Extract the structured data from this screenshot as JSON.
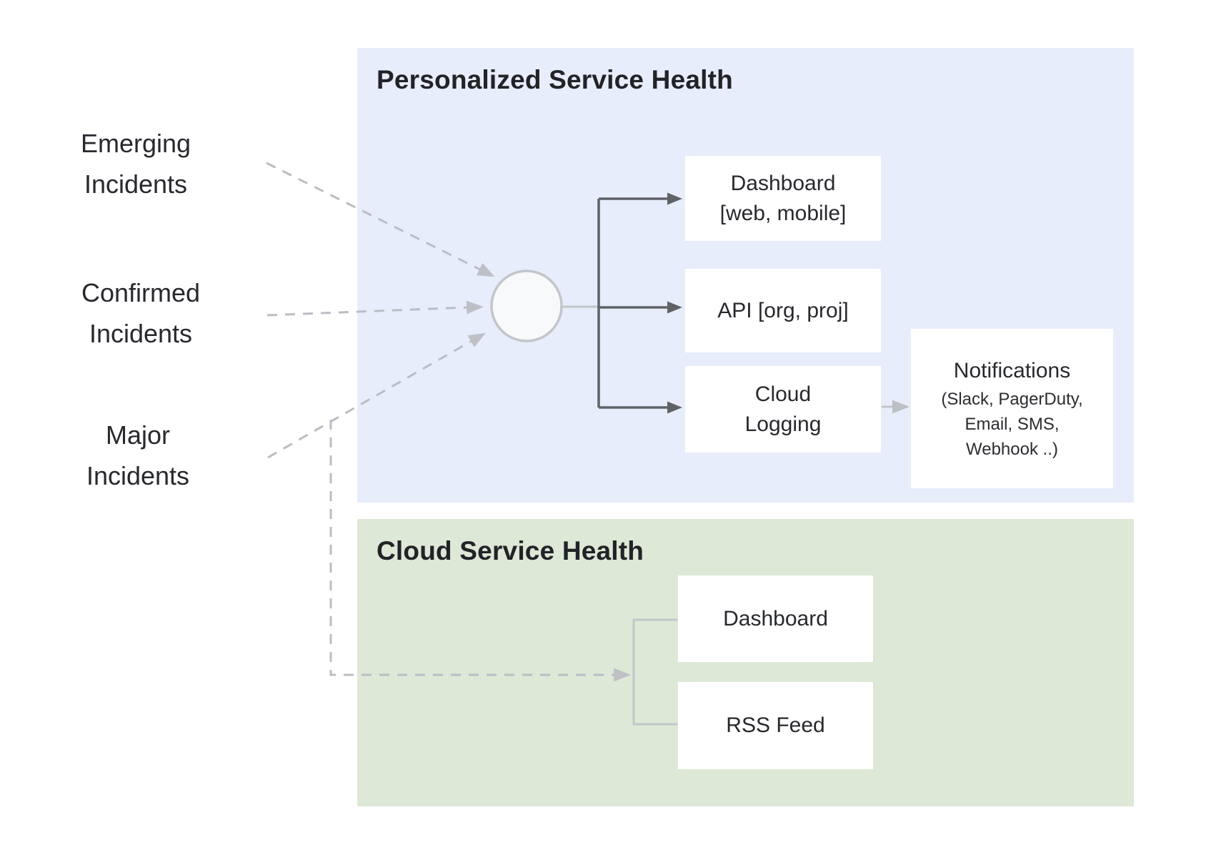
{
  "sources": [
    {
      "lines": [
        "Emerging",
        "Incidents"
      ]
    },
    {
      "lines": [
        "Confirmed",
        "Incidents"
      ]
    },
    {
      "lines": [
        "Major",
        "Incidents"
      ]
    }
  ],
  "personalized_panel": {
    "title": "Personalized Service Health",
    "boxes": {
      "dashboard": {
        "lines": [
          "Dashboard",
          "[web, mobile]"
        ]
      },
      "api": {
        "lines": [
          "API [org, proj]"
        ]
      },
      "cloud_logging": {
        "lines": [
          "Cloud",
          "Logging"
        ]
      },
      "notifications": {
        "title": "Notifications",
        "sub_lines": [
          "(Slack, PagerDuty,",
          "Email, SMS,",
          "Webhook ..)"
        ]
      }
    }
  },
  "cloud_panel": {
    "title": "Cloud Service Health",
    "boxes": {
      "dashboard": {
        "lines": [
          "Dashboard"
        ]
      },
      "rss_feed": {
        "lines": [
          "RSS Feed"
        ]
      }
    }
  },
  "colors": {
    "personalized_panel_bg": "#e8edfb",
    "cloud_panel_bg": "#dde8d6",
    "box_bg": "#ffffff",
    "dark_arrow": "#5f6368",
    "light_arrow": "#bdc1c6",
    "dashed_line": "#b9bec4",
    "text": "#27292e",
    "title_text": "#212327",
    "hub_fill": "#f8f9fa",
    "hub_stroke": "#c2c6cb"
  }
}
